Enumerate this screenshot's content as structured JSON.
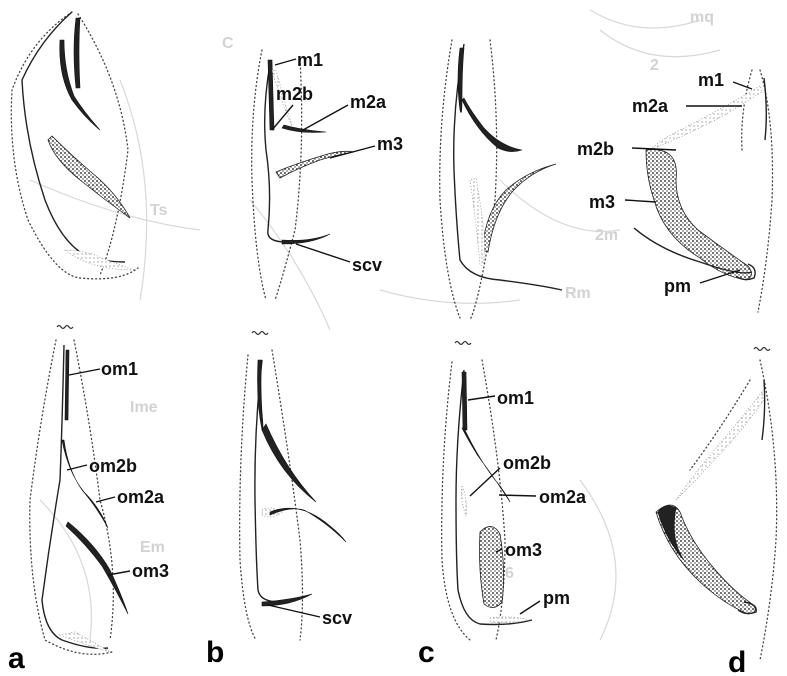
{
  "panels": {
    "a": "a",
    "b": "b",
    "c": "c",
    "d": "d"
  },
  "labels": {
    "b_upper": {
      "m1": "m1",
      "m2b": "m2b",
      "m2a": "m2a",
      "m3": "m3",
      "scv": "scv"
    },
    "d_upper": {
      "m1": "m1",
      "m2a": "m2a",
      "m2b": "m2b",
      "m3": "m3",
      "pm": "pm"
    },
    "a_lower": {
      "om1": "om1",
      "om2b": "om2b",
      "om2a": "om2a",
      "om3": "om3"
    },
    "b_lower": {
      "scv": "scv"
    },
    "c_lower": {
      "om1": "om1",
      "om2b": "om2b",
      "om2a": "om2a",
      "om3": "om3",
      "pm": "pm"
    }
  },
  "background_ghost_text": [
    "mq",
    "C",
    "2",
    "Ts",
    "2m",
    "Rm",
    "Ime",
    "Em",
    "6"
  ],
  "colors": {
    "ink": "#111111",
    "background": "#ffffff",
    "ghost": "#d2d2d2"
  }
}
